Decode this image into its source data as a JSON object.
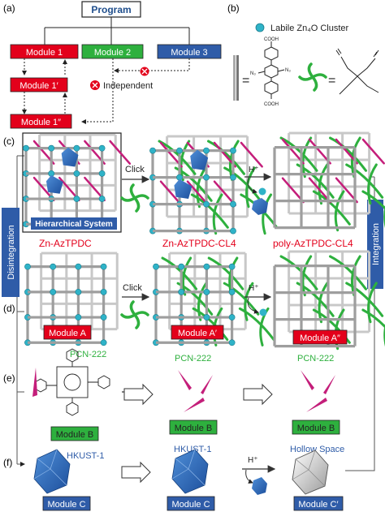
{
  "panel_a": {
    "tag": "(a)",
    "title": "Program",
    "module1": "Module 1",
    "module2": "Module 2",
    "module3": "Module 3",
    "module1p": "Module 1′",
    "module1pp": "Module 1″",
    "independent": "Independent"
  },
  "panel_b": {
    "tag": "(b)",
    "cluster_label": "Labile Zn₄O Cluster",
    "eq1": "=",
    "eq2": "=",
    "chem_n3_a": "N₃",
    "chem_n3_b": "N₃",
    "chem_cooh_top": "COOH",
    "chem_cooh_bot": "COOH"
  },
  "panel_c": {
    "tag": "(c)",
    "hier_label": "Hierarchical System",
    "click": "Click",
    "hplus": "H⁺"
  },
  "panel_d": {
    "tag": "(d)",
    "title1": "Zn-AzTPDC",
    "title2": "Zn-AzTPDC-CL4",
    "title3": "poly-AzTPDC-CL4",
    "click": "Click",
    "hplus": "H⁺",
    "modA": "Module A",
    "modAp": "Module A′",
    "modApp": "Module A″"
  },
  "panel_e": {
    "tag": "(e)",
    "pcn1": "PCN-222",
    "pcn2": "PCN-222",
    "pcn3": "PCN-222",
    "modB1": "Module B",
    "modB2": "Module B",
    "modB3": "Module B"
  },
  "panel_f": {
    "tag": "(f)",
    "hk1": "HKUST-1",
    "hk2": "HKUST-1",
    "hollow": "Hollow Space",
    "hplus": "H⁺",
    "modC1": "Module C",
    "modC2": "Module C",
    "modC3": "Module C′"
  },
  "side": {
    "left": "Disintegration",
    "right": "Integration"
  },
  "colors": {
    "red": "#e3001b",
    "green": "#2eb03e",
    "blue": "#2f5ca8",
    "navy": "#1f4e8c",
    "cyan": "#2fb3c8",
    "magenta": "#c41e7a"
  }
}
